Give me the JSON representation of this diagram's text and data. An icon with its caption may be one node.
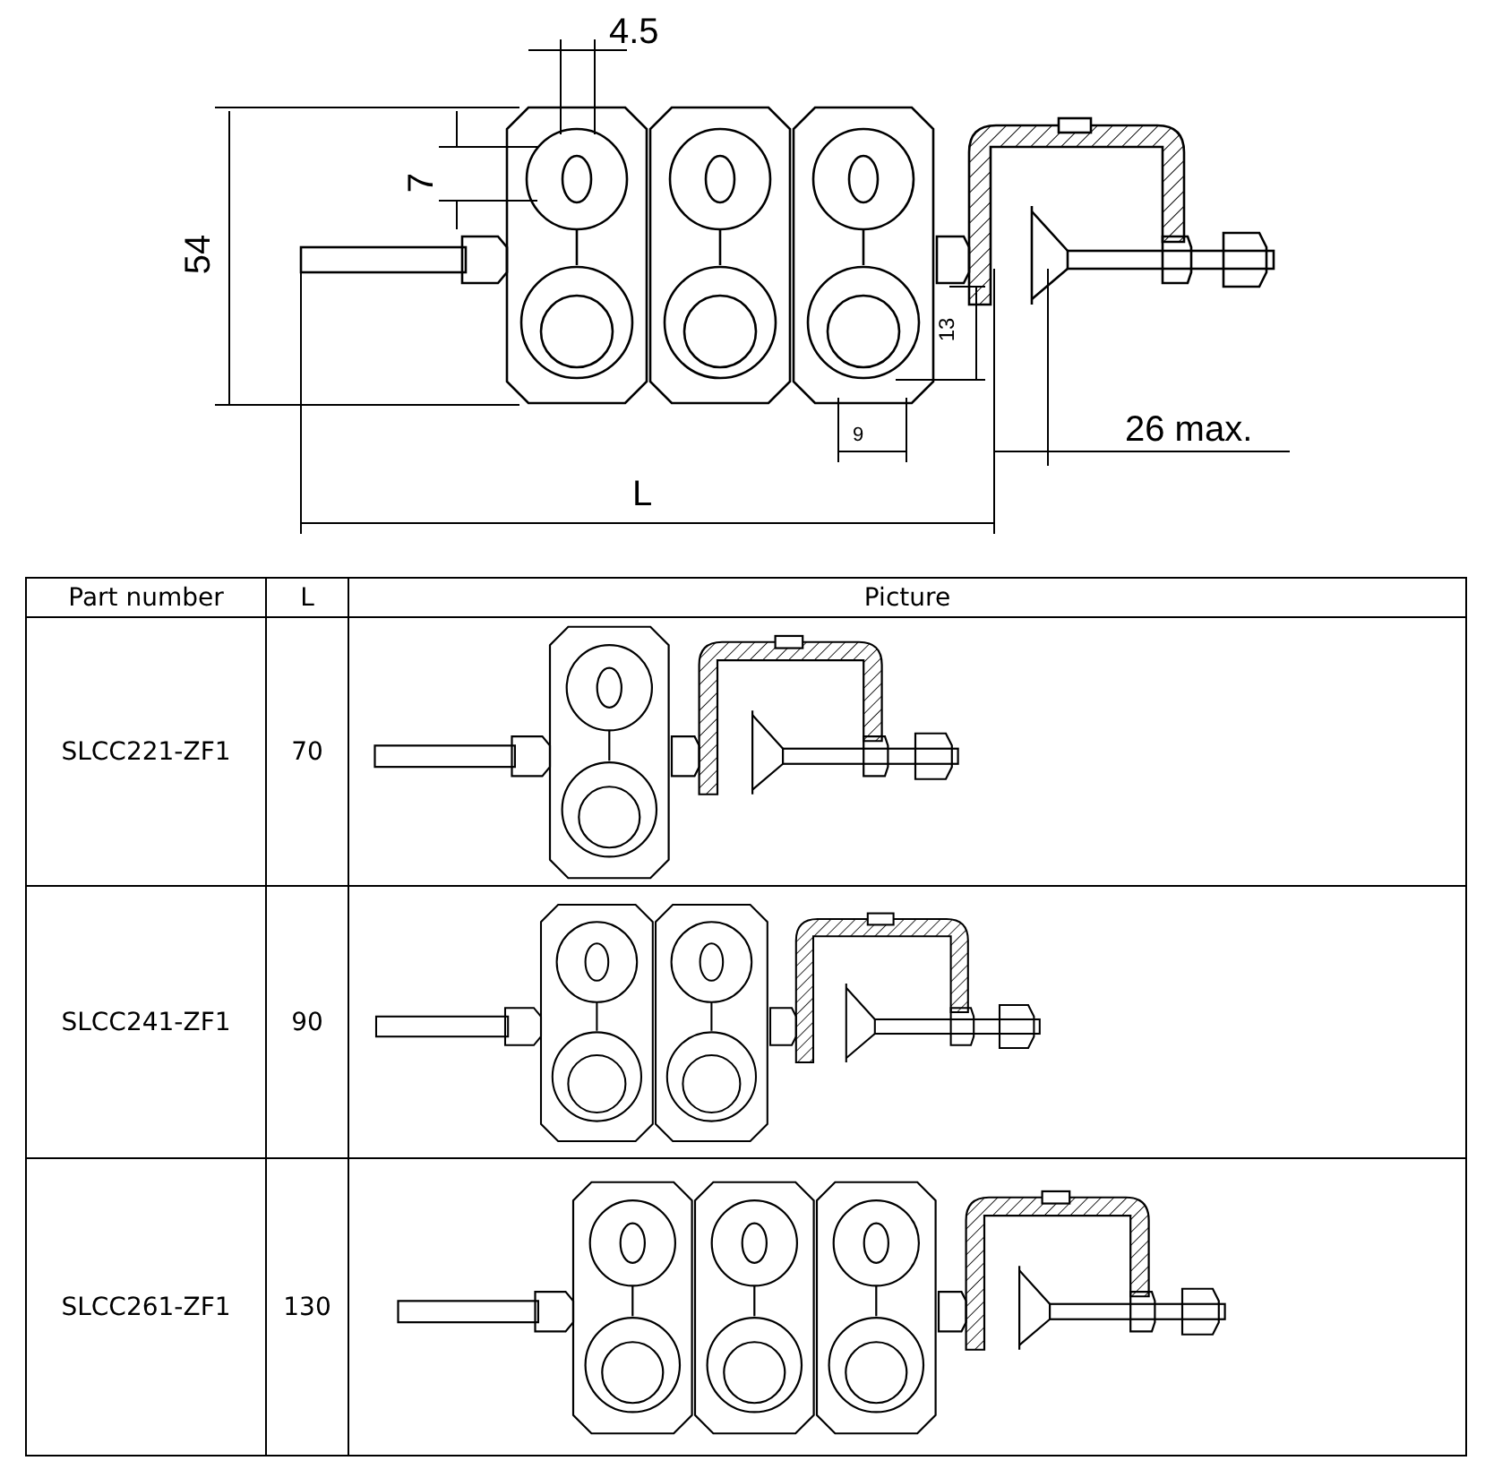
{
  "diagram": {
    "labels": [
      "4.5",
      "7",
      "54",
      "13",
      "9",
      "26 max.",
      "L",
      "Part number",
      "L",
      "Picture",
      "SLCC221-ZF1",
      "70",
      "SLCC241-ZF1",
      "90",
      "SLCC261-ZF1",
      "130"
    ]
  }
}
